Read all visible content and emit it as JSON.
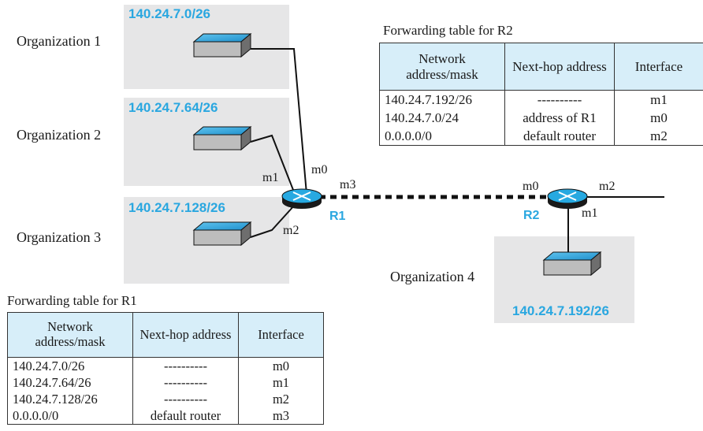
{
  "organizations": [
    {
      "label": "Organization 1",
      "network": "140.24.7.0/26"
    },
    {
      "label": "Organization 2",
      "network": "140.24.7.64/26"
    },
    {
      "label": "Organization 3",
      "network": "140.24.7.128/26"
    },
    {
      "label": "Organization 4",
      "network": "140.24.7.192/26"
    }
  ],
  "routers": {
    "r1": {
      "name": "R1",
      "interfaces": [
        "m0",
        "m1",
        "m2",
        "m3"
      ]
    },
    "r2": {
      "name": "R2",
      "interfaces": [
        "m0",
        "m1",
        "m2"
      ]
    }
  },
  "colors": {
    "network_text": "#2aa7e0",
    "org_bg": "#e6e6e7",
    "header_bg": "#d7eef9",
    "router": "#27a9e1"
  },
  "table_r2": {
    "title": "Forwarding table for R2",
    "headers": [
      "Network address/mask",
      "Next-hop address",
      "Interface"
    ],
    "rows": [
      [
        "140.24.7.192/26",
        "----------",
        "m1"
      ],
      [
        "140.24.7.0/24",
        "address of R1",
        "m0"
      ],
      [
        "0.0.0.0/0",
        "default router",
        "m2"
      ]
    ]
  },
  "table_r1": {
    "title": "Forwarding table for R1",
    "headers": [
      "Network address/mask",
      "Next-hop address",
      "Interface"
    ],
    "rows": [
      [
        "140.24.7.0/26",
        "----------",
        "m0"
      ],
      [
        "140.24.7.64/26",
        "----------",
        "m1"
      ],
      [
        "140.24.7.128/26",
        "----------",
        "m2"
      ],
      [
        "0.0.0.0/0",
        "default router",
        "m3"
      ]
    ]
  }
}
